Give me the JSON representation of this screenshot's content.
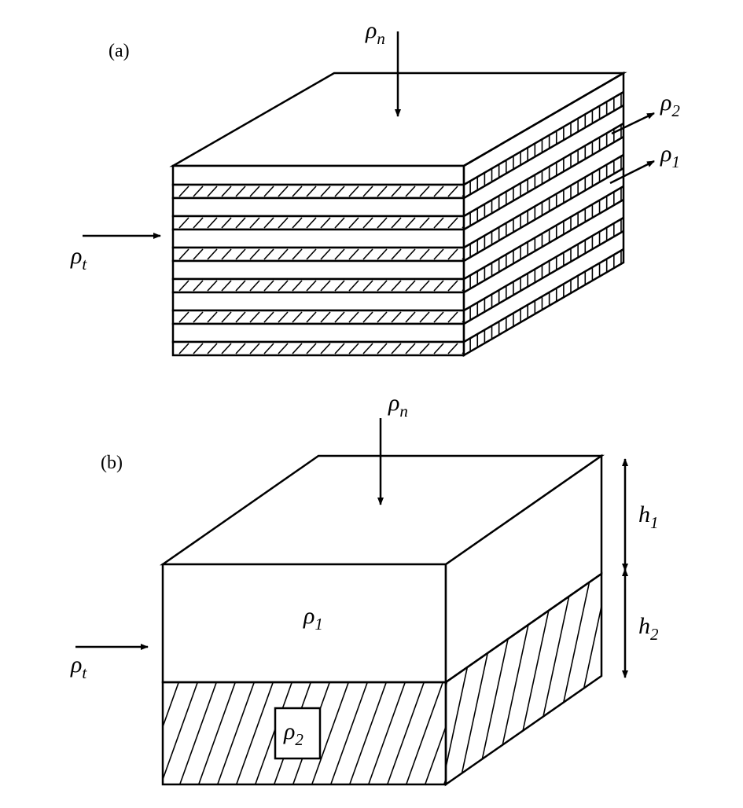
{
  "panel_a": {
    "label": "(a)",
    "symbols": {
      "rho_n": {
        "base": "ρ",
        "sub": "n"
      },
      "rho_t": {
        "base": "ρ",
        "sub": "t"
      },
      "rho_2": {
        "base": "ρ",
        "sub": "2"
      },
      "rho_1": {
        "base": "ρ",
        "sub": "1"
      }
    }
  },
  "panel_b": {
    "label": "(b)",
    "symbols": {
      "rho_n": {
        "base": "ρ",
        "sub": "n"
      },
      "rho_t": {
        "base": "ρ",
        "sub": "t"
      },
      "rho_1": {
        "base": "ρ",
        "sub": "1"
      },
      "rho_2": {
        "base": "ρ",
        "sub": "2"
      },
      "h_1": {
        "base": "h",
        "sub": "1"
      },
      "h_2": {
        "base": "h",
        "sub": "2"
      }
    }
  }
}
